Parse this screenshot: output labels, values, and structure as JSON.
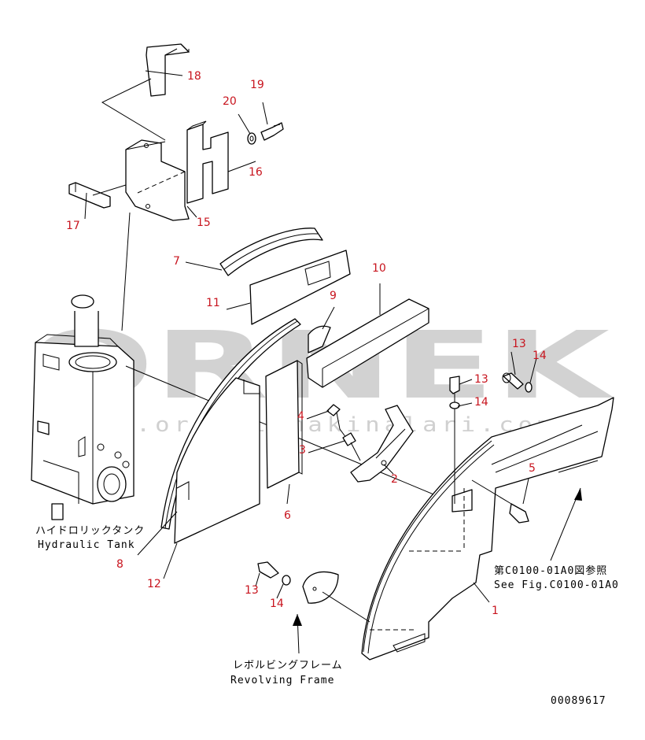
{
  "watermark": {
    "brand": "ORNEK",
    "url": "www.ornekismakinalari.com.tr"
  },
  "drawing_code": "00089617",
  "captions": {
    "hydraulic_tank_jp": "ハイドロリックタンク",
    "hydraulic_tank_en": "Hydraulic Tank",
    "revolving_frame_jp": "レボルビングフレーム",
    "revolving_frame_en": "Revolving Frame",
    "see_fig_jp": "第C0100-01A0図参照",
    "see_fig_en": "See Fig.C0100-01A0"
  },
  "part_labels": [
    {
      "key": "p18",
      "text": "18"
    },
    {
      "key": "p19",
      "text": "19"
    },
    {
      "key": "p20",
      "text": "20"
    },
    {
      "key": "p16",
      "text": "16"
    },
    {
      "key": "p15",
      "text": "15"
    },
    {
      "key": "p17",
      "text": "17"
    },
    {
      "key": "p7",
      "text": "7"
    },
    {
      "key": "p10",
      "text": "10"
    },
    {
      "key": "p11",
      "text": "11"
    },
    {
      "key": "p9",
      "text": "9"
    },
    {
      "key": "p13a",
      "text": "13"
    },
    {
      "key": "p14a",
      "text": "14"
    },
    {
      "key": "p13b",
      "text": "13"
    },
    {
      "key": "p14b",
      "text": "14"
    },
    {
      "key": "p4",
      "text": "4"
    },
    {
      "key": "p3",
      "text": "3"
    },
    {
      "key": "p2",
      "text": "2"
    },
    {
      "key": "p5",
      "text": "5"
    },
    {
      "key": "p6",
      "text": "6"
    },
    {
      "key": "p8",
      "text": "8"
    },
    {
      "key": "p12",
      "text": "12"
    },
    {
      "key": "p1",
      "text": "1"
    },
    {
      "key": "p13c",
      "text": "13"
    },
    {
      "key": "p14c",
      "text": "14"
    }
  ]
}
